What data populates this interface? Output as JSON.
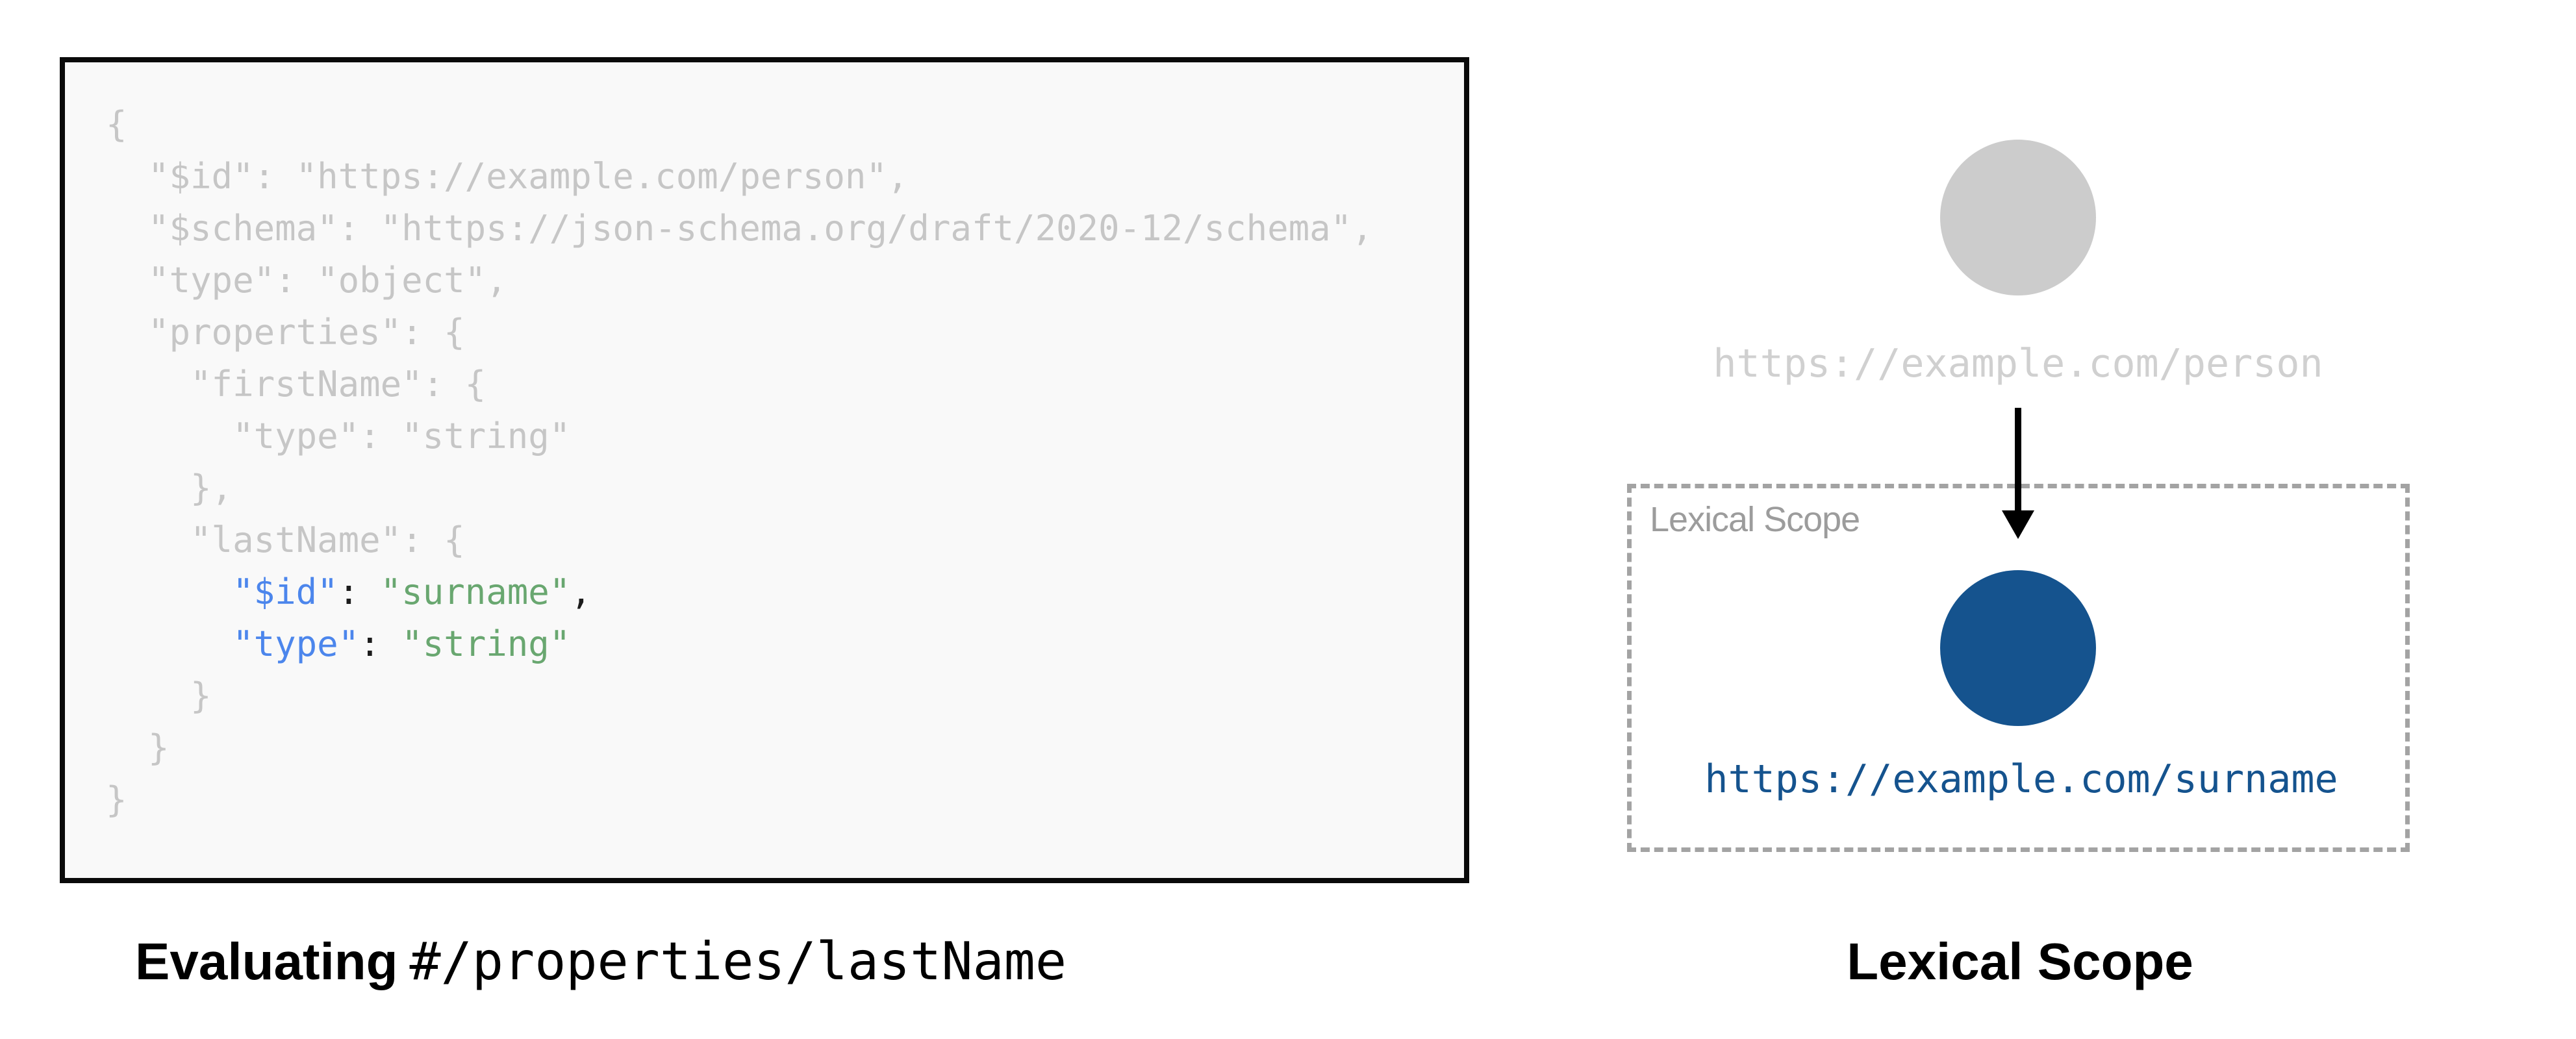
{
  "colors": {
    "page-bg": "#ffffff",
    "code-box-bg": "#f9f9f9",
    "code-box-border": "#0a0a0a",
    "code-gray": "#c6c6c6",
    "code-key-blue": "#4c86ec",
    "code-string-green": "#69a770",
    "code-punct-black": "#1c1c1c",
    "deep-blue": "#15538e",
    "gray-circle": "#cccccc",
    "gray-url": "#d0d0d0",
    "scope-label-gray": "#9c9c9c",
    "scope-border-gray": "#a3a3a3",
    "caption-black": "#000000",
    "arrow-black": "#000000"
  },
  "code_panel": {
    "lines": [
      [
        {
          "t": "{",
          "c": "g"
        }
      ],
      [
        {
          "t": "  \"$id\": \"https://example.com/person\",",
          "c": "g"
        }
      ],
      [
        {
          "t": "  \"$schema\": \"https://json-schema.org/draft/2020-12/schema\",",
          "c": "g"
        }
      ],
      [
        {
          "t": "  \"type\": \"object\",",
          "c": "g"
        }
      ],
      [
        {
          "t": "  \"properties\": {",
          "c": "g"
        }
      ],
      [
        {
          "t": "    \"firstName\": {",
          "c": "g"
        }
      ],
      [
        {
          "t": "      \"type\": \"string\"",
          "c": "g"
        }
      ],
      [
        {
          "t": "    },",
          "c": "g"
        }
      ],
      [
        {
          "t": "    \"lastName\": {",
          "c": "g"
        }
      ],
      [
        {
          "t": "      ",
          "c": "g"
        },
        {
          "t": "\"$id\"",
          "c": "k"
        },
        {
          "t": ": ",
          "c": "p"
        },
        {
          "t": "\"surname\"",
          "c": "s"
        },
        {
          "t": ",",
          "c": "p"
        }
      ],
      [
        {
          "t": "      ",
          "c": "g"
        },
        {
          "t": "\"type\"",
          "c": "k"
        },
        {
          "t": ": ",
          "c": "p"
        },
        {
          "t": "\"string\"",
          "c": "s"
        }
      ],
      [
        {
          "t": "    }",
          "c": "g"
        }
      ],
      [
        {
          "t": "  }",
          "c": "g"
        }
      ],
      [
        {
          "t": "}",
          "c": "g"
        }
      ]
    ]
  },
  "left_caption": {
    "bold": "Evaluating",
    "path": "#/properties/lastName"
  },
  "diagram": {
    "parent_uri": "https://example.com/person",
    "scope_box_label": "Lexical Scope",
    "child_uri": "https://example.com/surname",
    "caption": "Lexical Scope"
  }
}
